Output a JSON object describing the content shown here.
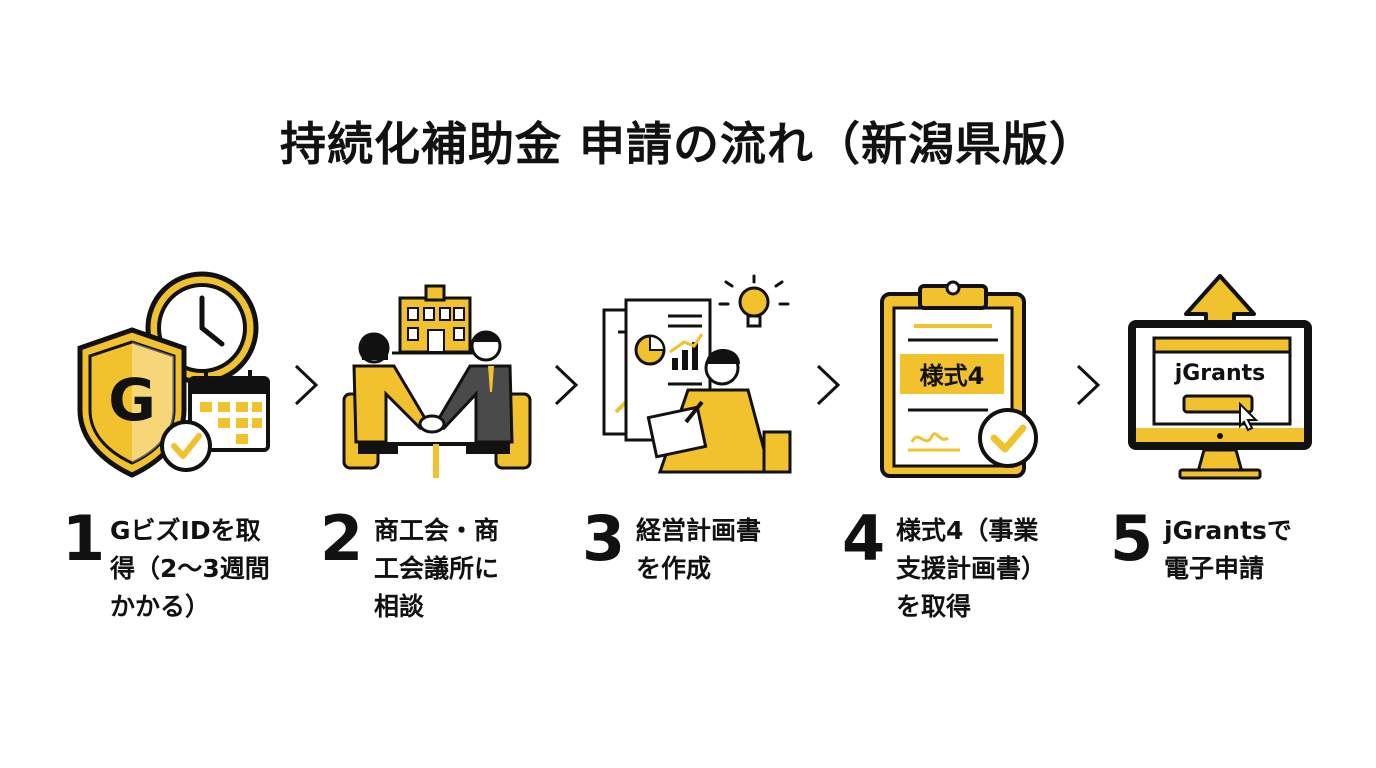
{
  "title": "持続化補助金 申請の流れ（新潟県版）",
  "colors": {
    "accent": "#F2C12E",
    "ink": "#111111",
    "gray": "#4A4A4A"
  },
  "steps": [
    {
      "number": "1",
      "lines": [
        "GビズIDを取",
        "得（2〜3週間",
        "かかる）"
      ],
      "icon": "shield-clock-calendar-icon",
      "icon_letter": "G"
    },
    {
      "number": "2",
      "lines": [
        "商工会・商",
        "工会議所に",
        "相談"
      ],
      "icon": "consultation-handshake-icon"
    },
    {
      "number": "3",
      "lines": [
        "経営計画書",
        "を作成"
      ],
      "icon": "business-plan-writing-icon"
    },
    {
      "number": "4",
      "lines": [
        "様式4（事業",
        "支援計画書）",
        "を取得"
      ],
      "icon": "clipboard-form4-icon",
      "icon_label": "様式4"
    },
    {
      "number": "5",
      "lines": [
        "jGrantsで",
        "電子申請"
      ],
      "icon": "jgrants-monitor-icon",
      "icon_label": "jGrants"
    }
  ]
}
